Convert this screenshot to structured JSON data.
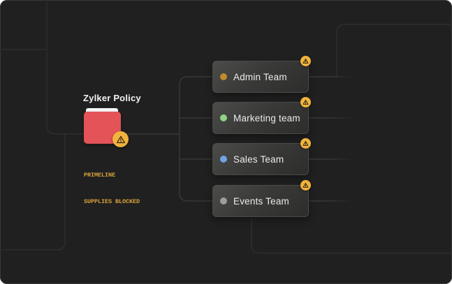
{
  "canvas": {
    "background": "#202020",
    "bg_line_color": "#2e2e2e",
    "connector_color": "#373737",
    "fade_line_color": "#3a3a3a",
    "handle_color": "#3da45c"
  },
  "root_node": {
    "title": "Zylker Policy",
    "status_line1": "PRIMELINE",
    "status_line2": "SUPPLIES BLOCKED",
    "status_color": "#d9a23a",
    "folder_color": "#e45357",
    "folder_tab_color": "#fafafa"
  },
  "warning": {
    "badge_color": "#f1b33c",
    "glyph_color": "#2d2414",
    "icon": "warning-triangle"
  },
  "teams": [
    {
      "label": "Admin Team",
      "dot_color": "#c08a2d"
    },
    {
      "label": "Marketing team",
      "dot_color": "#90d283"
    },
    {
      "label": "Sales Team",
      "dot_color": "#70a5e3"
    },
    {
      "label": "Events Team",
      "dot_color": "#9e9e9c"
    }
  ]
}
